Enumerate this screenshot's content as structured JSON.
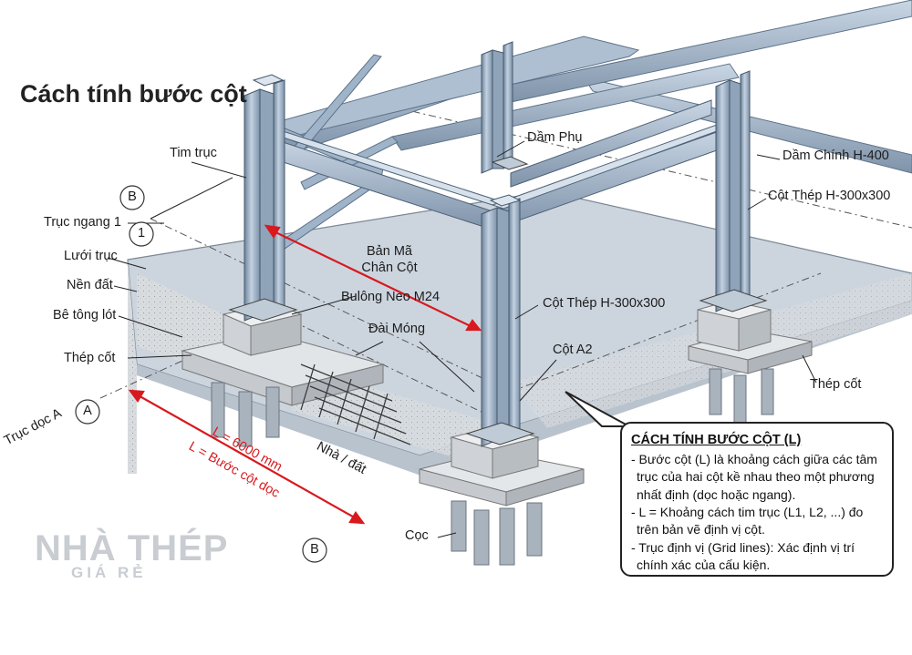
{
  "title": "Cách tính bước cột",
  "labels": {
    "tim_truc": "Tim trục",
    "truc_ngang": "Trục ngang 1",
    "luoi_truc": "Lưới trục",
    "nen_dat": "Nền đất",
    "be_tong_lot": "Bê tông lót",
    "thep_cot_left": "Thép cốt",
    "truc_doc": "Trục dọc A",
    "ban_ma_1": "Bản Mã",
    "ban_ma_2": "Chân Cột",
    "bulong": "Bulông Neo M24",
    "dai_mong": "Đài Móng",
    "dam_phu": "Dầm Phụ",
    "dam_chinh": "Dầm Chính H-400",
    "cot_thep_right": "Cột Thép H-300x300",
    "cot_thep_center": "Cột Thép H-300x300",
    "cot_a2": "Cột A2",
    "thep_cot_right": "Thép cốt",
    "coc": "Cọc",
    "nha_dat": "Nhà / đất",
    "dim_1": "L = 6000 mm",
    "dim_2": "L = Bước cột dọc"
  },
  "bubbles": {
    "b_top": "B",
    "one": "1",
    "a": "A",
    "b_bottom": "B"
  },
  "callout": {
    "title": "CÁCH TÍNH BƯỚC CỘT (L)",
    "lines": [
      "- Bước cột (L) là khoảng cách giữa các tâm",
      "trục của hai cột kề nhau theo một phương",
      "nhất định (dọc hoặc ngang).",
      "- L = Khoảng cách tim trục (L1, L2, ...) đo",
      "trên bản vẽ định vị cột.",
      "- Trục định vị (Grid lines): Xác định vị trí",
      "chính xác của cấu kiện."
    ]
  },
  "logo": {
    "main": "NHÀ THÉP",
    "sub": "GIÁ RẺ"
  },
  "colors": {
    "steel": "#9fb3c9",
    "steel_dark": "#5d7289",
    "concrete": "#d5d8db",
    "slab": "#cfd6dd",
    "dimension": "#d8191e"
  }
}
